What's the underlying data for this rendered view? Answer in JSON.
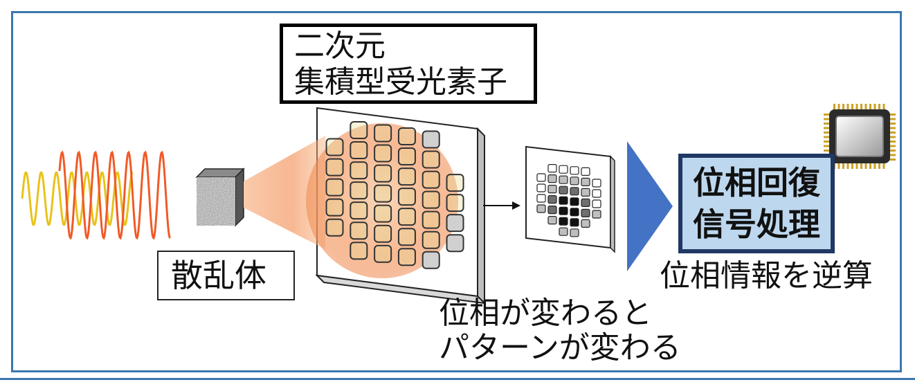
{
  "labels": {
    "sensor": [
      "二次元",
      "集積型受光素子"
    ],
    "scatterer": "散乱体",
    "processing": [
      "位相回復",
      "信号処理"
    ],
    "inverse": "位相情報を逆算",
    "pattern_note": [
      "位相が変わると",
      "パターンが変わる"
    ]
  },
  "colors": {
    "frame": "#3a76b0",
    "wave_orange": "#f05a28",
    "wave_yellow": "#e8c21a",
    "arrow_blue": "#4472c4",
    "box_fill": "#bdd7ee",
    "box_border": "#1f3864"
  },
  "icons": [
    "scatterer-cube-icon",
    "sensor-array-icon",
    "pattern-image-icon",
    "chip-icon",
    "arrow-right-icon",
    "triangle-arrow-icon"
  ]
}
